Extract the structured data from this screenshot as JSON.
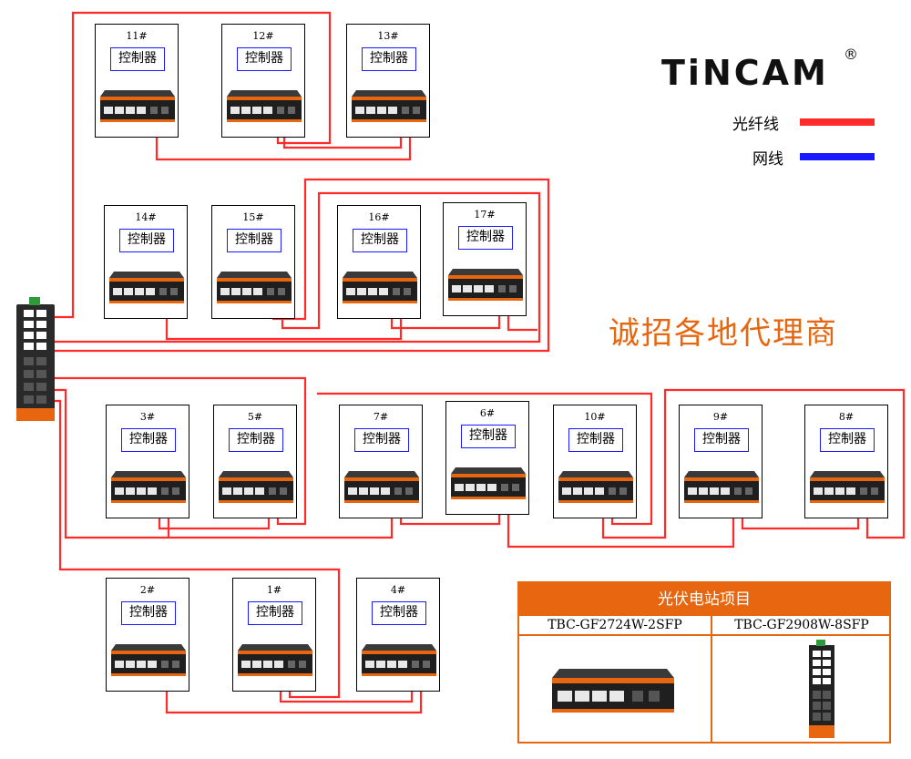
{
  "brand": {
    "logo_text": "TiNCAM",
    "registered_mark": "®"
  },
  "legend": [
    {
      "label": "光纤线",
      "color": "#ff2a2a"
    },
    {
      "label": "网线",
      "color": "#1a1aff"
    }
  ],
  "slogan": "诚招各地代理商",
  "controller_label": "控制器",
  "colors": {
    "fiber": "#ff2a2a",
    "network": "#1a1aff",
    "accent": "#e8660f"
  },
  "stations": [
    {
      "id": "11#"
    },
    {
      "id": "12#"
    },
    {
      "id": "13#"
    },
    {
      "id": "14#"
    },
    {
      "id": "15#"
    },
    {
      "id": "16#"
    },
    {
      "id": "17#"
    },
    {
      "id": "3#"
    },
    {
      "id": "5#"
    },
    {
      "id": "7#"
    },
    {
      "id": "6#"
    },
    {
      "id": "10#"
    },
    {
      "id": "9#"
    },
    {
      "id": "8#"
    },
    {
      "id": "2#"
    },
    {
      "id": "1#"
    },
    {
      "id": "4#"
    }
  ],
  "project": {
    "title": "光伏电站项目",
    "products": [
      {
        "model": "TBC-GF2724W-2SFP"
      },
      {
        "model": "TBC-GF2908W-8SFP"
      }
    ]
  }
}
